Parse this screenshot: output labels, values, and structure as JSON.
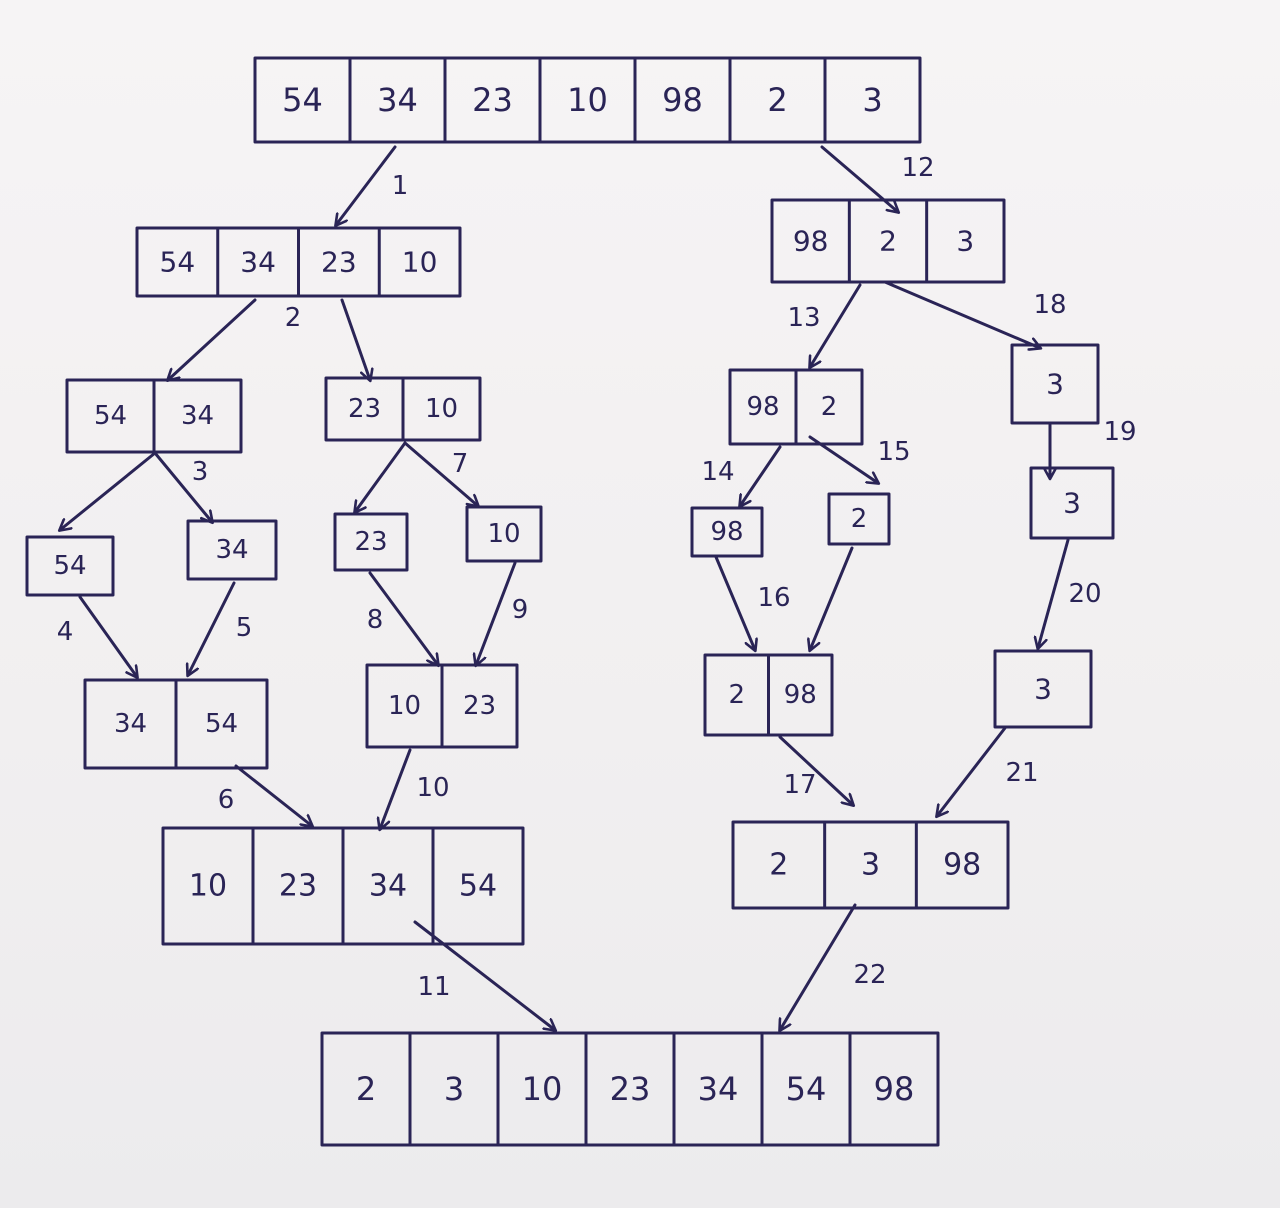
{
  "diagram": {
    "title": "",
    "arrays": {
      "root": [
        "54",
        "34",
        "23",
        "10",
        "98",
        "2",
        "3"
      ],
      "left_half": [
        "54",
        "34",
        "23",
        "10"
      ],
      "right_half": [
        "98",
        "2",
        "3"
      ],
      "l_54_34": [
        "54",
        "34"
      ],
      "l_23_10": [
        "23",
        "10"
      ],
      "r_98_2": [
        "98",
        "2"
      ],
      "r_3_a": [
        "3"
      ],
      "leaf_54": [
        "54"
      ],
      "leaf_34": [
        "34"
      ],
      "leaf_23": [
        "23"
      ],
      "leaf_10": [
        "10"
      ],
      "leaf_98": [
        "98"
      ],
      "leaf_2": [
        "2"
      ],
      "r_3_b": [
        "3"
      ],
      "m_34_54": [
        "34",
        "54"
      ],
      "m_10_23": [
        "10",
        "23"
      ],
      "m_2_98": [
        "2",
        "98"
      ],
      "r_3_c": [
        "3"
      ],
      "m_left": [
        "10",
        "23",
        "34",
        "54"
      ],
      "m_right": [
        "2",
        "3",
        "98"
      ],
      "final": [
        "2",
        "3",
        "10",
        "23",
        "34",
        "54",
        "98"
      ]
    },
    "steps": {
      "s1": "1",
      "s2": "2",
      "s3": "3",
      "s4": "4",
      "s5": "5",
      "s6": "6",
      "s7": "7",
      "s8": "8",
      "s9": "9",
      "s10": "10",
      "s11": "11",
      "s12": "12",
      "s13": "13",
      "s14": "14",
      "s15": "15",
      "s16": "16",
      "s17": "17",
      "s18": "18",
      "s19": "19",
      "s20": "20",
      "s21": "21",
      "s22": "22"
    }
  }
}
